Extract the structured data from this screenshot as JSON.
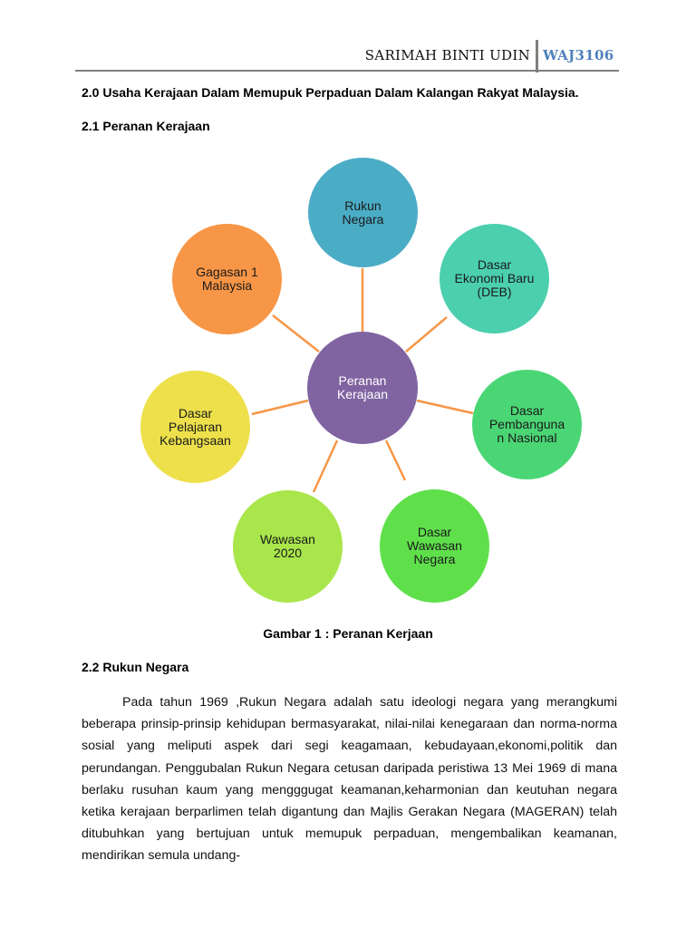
{
  "header": {
    "author": "SARIMAH BINTI UDIN",
    "code": "WAJ3106"
  },
  "section_title": "2.0 Usaha Kerajaan Dalam Memupuk Perpaduan Dalam Kalangan Rakyat Malaysia.",
  "subsection_1": "2.1 Peranan Kerajaan",
  "diagram": {
    "center": {
      "label": "Peranan\nKerajaan",
      "color": "#8064a2"
    },
    "connector_color": "#f79646",
    "nodes": [
      {
        "label": "Rukun\nNegara",
        "color": "#4bacc6"
      },
      {
        "label": "Dasar\nEkonomi Baru\n(DEB)",
        "color": "#4bcfaf"
      },
      {
        "label": "Dasar\nPembanguna\nn Nasional",
        "color": "#4bd675"
      },
      {
        "label": "Dasar\nWawasan\nNegara",
        "color": "#5fe04b"
      },
      {
        "label": "Wawasan\n2020",
        "color": "#a9e64b"
      },
      {
        "label": "Dasar\nPelajaran\nKebangsaan",
        "color": "#ede04b"
      },
      {
        "label": "Gagasan 1\nMalaysia",
        "color": "#f79646"
      }
    ]
  },
  "caption": "Gambar 1 : Peranan Kerjaan",
  "subsection_2": "2.2 Rukun Negara",
  "paragraph": "Pada tahun 1969 ,Rukun Negara adalah satu ideologi negara yang merangkumi beberapa prinsip-prinsip kehidupan bermasyarakat, nilai-nilai kenegaraan dan norma-norma sosial yang meliputi aspek dari segi keagamaan, kebudayaan,ekonomi,politik dan perundangan. Penggubalan Rukun Negara cetusan daripada peristiwa 13 Mei 1969 di mana berlaku rusuhan kaum yang mengggugat keamanan,keharmonian  dan keutuhan negara ketika kerajaan berparlimen telah digantung dan Majlis Gerakan Negara (MAGERAN) telah ditubuhkan yang bertujuan untuk memupuk perpaduan, mengembalikan keamanan, mendirikan semula undang-"
}
